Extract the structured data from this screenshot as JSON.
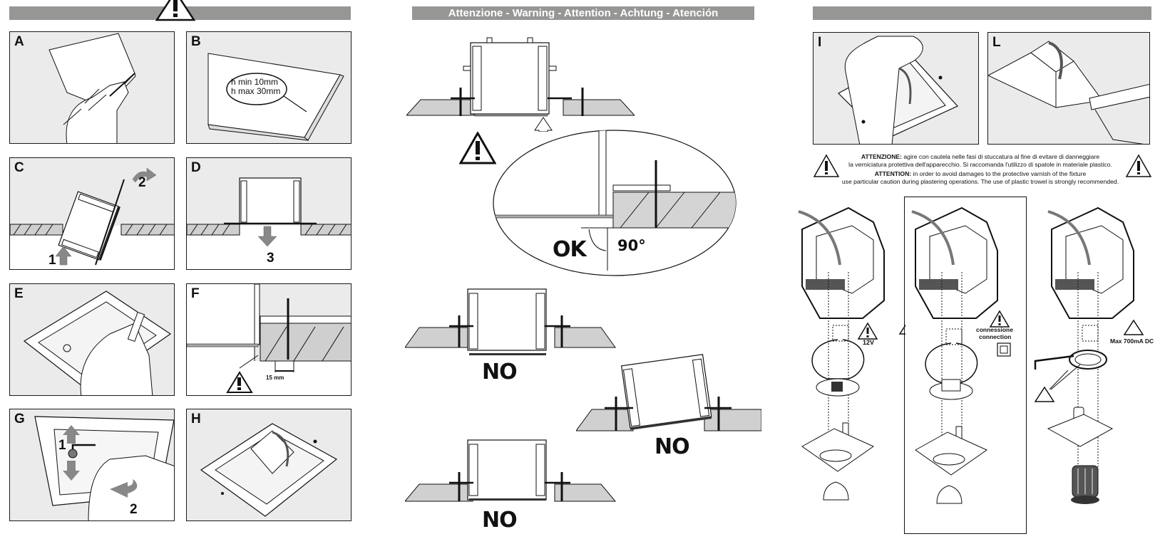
{
  "headers": {
    "left_bar": "",
    "middle_bar": "Attenzione - Warning - Attention - Achtung - Atención",
    "right_bar": ""
  },
  "icons": {
    "warning": "warning-triangle-icon"
  },
  "panels": {
    "A": {
      "label": "A"
    },
    "B": {
      "label": "B",
      "callout_line1": "h min  10mm",
      "callout_line2": "h max 30mm"
    },
    "C": {
      "label": "C",
      "step1": "1",
      "step2": "2"
    },
    "D": {
      "label": "D",
      "step3": "3"
    },
    "E": {
      "label": "E"
    },
    "F": {
      "label": "F",
      "dimension": "15 mm"
    },
    "G": {
      "label": "G",
      "step1": "1",
      "step2": "2"
    },
    "H": {
      "label": "H"
    },
    "I": {
      "label": "I"
    },
    "L": {
      "label": "L"
    }
  },
  "middle": {
    "ok_label": "OK",
    "angle_label": "90°",
    "no_labels": [
      "NO",
      "NO",
      "NO"
    ]
  },
  "notice": {
    "it_bold": "ATTENZIONE:",
    "it_line1": " agire con cautela nelle fasi di stuccatura al fine di evitare di danneggiare",
    "it_line2": "la verniciatura protettiva dell'apparecchio. Si raccomanda l'utilizzo di spatole in materiale plastico.",
    "en_bold": "ATTENTION:",
    "en_line1": " in order to avoid damages to the protective varnish of the fixture",
    "en_line2": "use particular caution during plastering operations. The use of plastic trowel is strongly recommended."
  },
  "wiring": {
    "left_voltage": "12V",
    "center_line1": "connessione",
    "center_line2": "connection",
    "right_current": "Max 700mA DC"
  }
}
